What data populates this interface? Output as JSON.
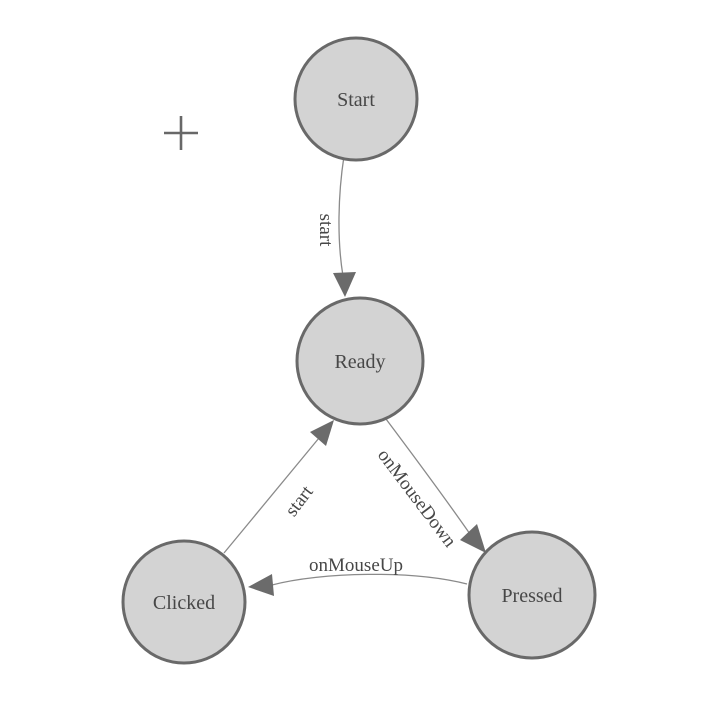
{
  "app": {
    "background_color": "#ffffff",
    "cursor": "plus-crosshair"
  },
  "colors": {
    "node_fill": "#d3d3d3",
    "node_border": "#696969",
    "edge_line": "#8a8a8a",
    "arrowhead": "#6b6b6b",
    "label_text": "#474747"
  },
  "diagram": {
    "type": "state-machine",
    "nodes": [
      {
        "id": "start",
        "label": "Start"
      },
      {
        "id": "ready",
        "label": "Ready"
      },
      {
        "id": "clicked",
        "label": "Clicked"
      },
      {
        "id": "pressed",
        "label": "Pressed"
      }
    ],
    "edges": [
      {
        "from": "Start",
        "to": "Ready",
        "label": "start"
      },
      {
        "from": "Ready",
        "to": "Pressed",
        "label": "onMouseDown"
      },
      {
        "from": "Pressed",
        "to": "Clicked",
        "label": "onMouseUp"
      },
      {
        "from": "Clicked",
        "to": "Ready",
        "label": "start"
      }
    ]
  }
}
